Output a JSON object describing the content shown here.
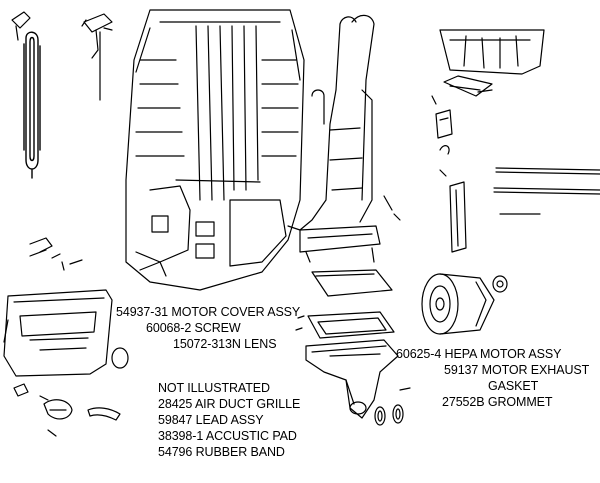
{
  "labels": {
    "motor_cover": [
      "54937-31 MOTOR COVER ASSY",
      "60068-2 SCREW",
      "15072-313N LENS"
    ],
    "not_illustrated": [
      "NOT ILLUSTRATED",
      "28425 AIR DUCT GRILLE",
      "59847 LEAD ASSY",
      "38398-1 ACCUSTIC PAD",
      "54796 RUBBER BAND"
    ],
    "hepa_motor": [
      "60625-4 HEPA MOTOR ASSY",
      "59137 MOTOR EXHAUST",
      "GASKET",
      "27552B GROMMET"
    ]
  },
  "colors": {
    "ink": "#000000",
    "background": "#ffffff"
  }
}
